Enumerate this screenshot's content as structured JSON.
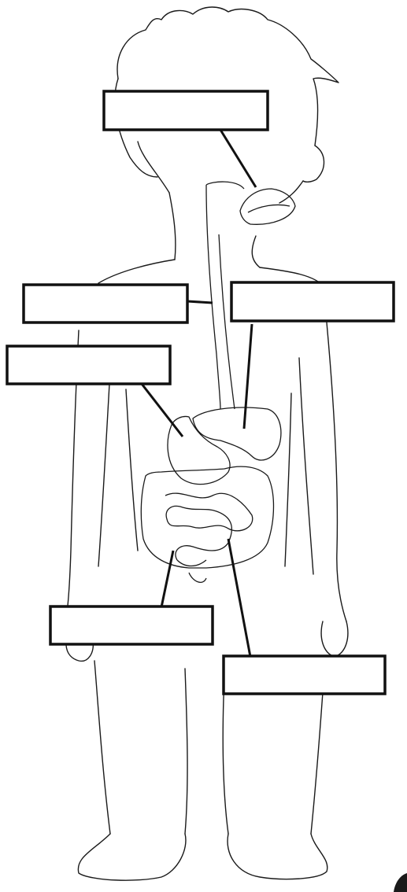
{
  "diagram": {
    "colors": {
      "line": "#1a1a1a",
      "box_border": "#111111",
      "background": "#ffffff"
    },
    "labels": [
      {
        "id": "mouth",
        "text": ""
      },
      {
        "id": "esophagus",
        "text": ""
      },
      {
        "id": "liver",
        "text": ""
      },
      {
        "id": "stomach",
        "text": ""
      },
      {
        "id": "small-intestine",
        "text": ""
      },
      {
        "id": "large-intestine",
        "text": ""
      }
    ]
  }
}
